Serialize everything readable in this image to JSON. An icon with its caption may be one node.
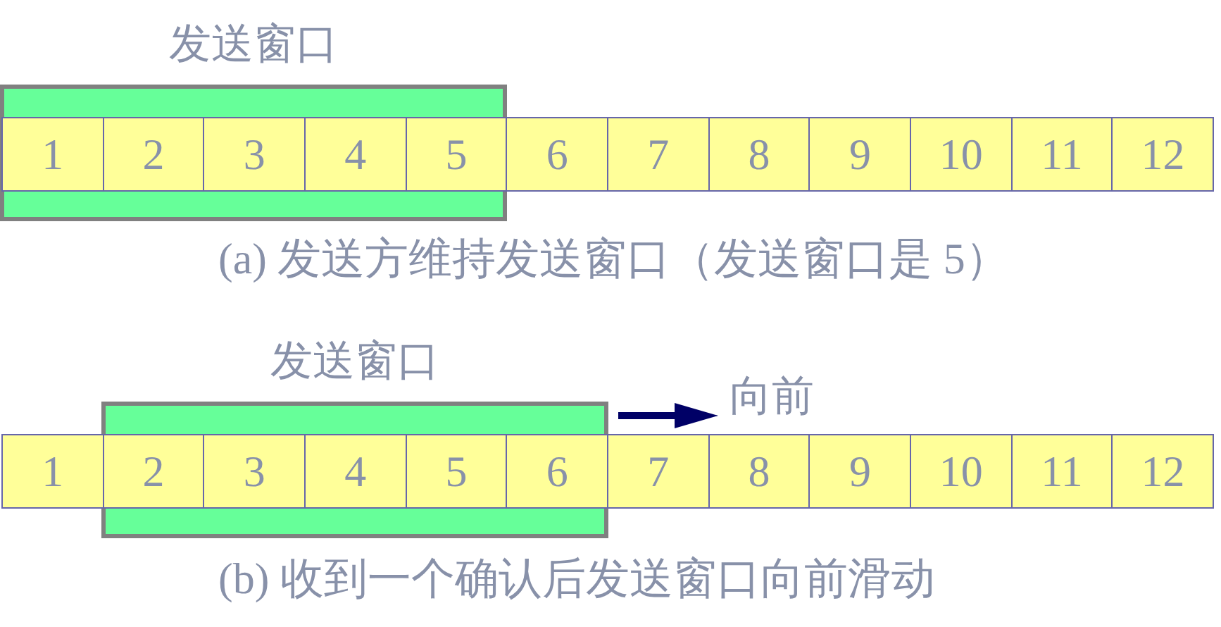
{
  "diagram": {
    "nodes": [
      {
        "text": [
          "发送窗口"
        ]
      },
      {
        "text": [
          "1"
        ],
        "in": 0
      },
      {
        "text": [
          "2"
        ],
        "in": 0
      },
      {
        "text": [
          "3"
        ],
        "in": 0
      },
      {
        "text": [
          "4"
        ],
        "in": 0
      },
      {
        "text": [
          "5"
        ],
        "in": 0
      },
      {
        "text": [
          "6"
        ]
      },
      {
        "text": [
          "7"
        ]
      },
      {
        "text": [
          "8"
        ]
      },
      {
        "text": [
          "9"
        ]
      },
      {
        "text": [
          "10"
        ]
      },
      {
        "text": [
          "11"
        ]
      },
      {
        "text": [
          "12"
        ]
      },
      {
        "text": [
          "1"
        ]
      },
      {
        "text": [
          "发送窗口"
        ]
      },
      {
        "text": [
          "2"
        ],
        "in": 14
      },
      {
        "text": [
          "3"
        ],
        "in": 14
      },
      {
        "text": [
          "4"
        ],
        "in": 14
      },
      {
        "text": [
          "5"
        ],
        "in": 14
      },
      {
        "text": [
          "6"
        ],
        "in": 14
      },
      {
        "text": [
          "7"
        ]
      },
      {
        "text": [
          "8"
        ]
      },
      {
        "text": [
          "9"
        ]
      },
      {
        "text": [
          "10"
        ]
      },
      {
        "text": [
          "11"
        ]
      },
      {
        "text": [
          "12"
        ]
      }
    ],
    "labels": [
      "(a) 发送方维持发送窗口（发送窗口是 5）",
      "向前",
      "(b) 收到一个确认后发送窗口向前滑动"
    ]
  }
}
